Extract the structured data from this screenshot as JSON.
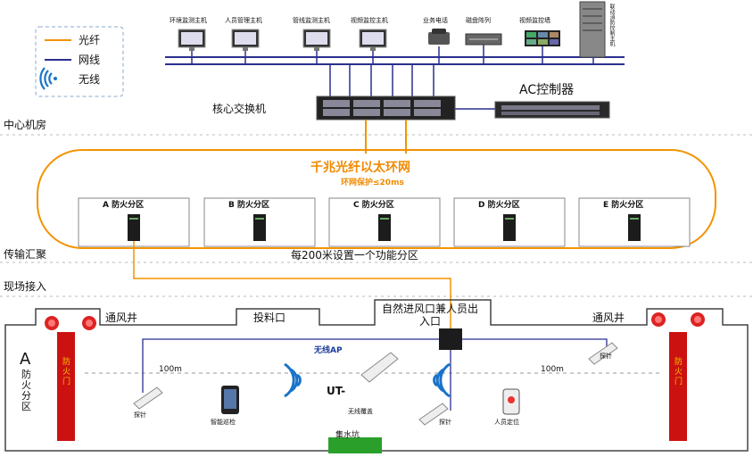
{
  "legend": {
    "fiber": "光纤",
    "wired": "网线",
    "wireless": "无线"
  },
  "top_devices": [
    "环境监测主机",
    "人员管理主机",
    "管线监测主机",
    "视频监控主机",
    "业务电话",
    "磁盘阵列",
    "视频监控墙",
    "联动消防控制主机"
  ],
  "core_switch": "核心交换机",
  "ac_controller": "AC控制器",
  "tiers": [
    "中心机房",
    "传输汇聚",
    "现场接入"
  ],
  "ring": {
    "title": "千兆光纤以太环网",
    "subtitle": "环网保护≤20ms"
  },
  "zones": [
    "A 防火分区",
    "B 防火分区",
    "C 防火分区",
    "D 防火分区",
    "E 防火分区"
  ],
  "zone_note": "每200米设置一个功能分区",
  "tunnel": {
    "vent_left": "通风井",
    "feed_port": "投料口",
    "entrance": "自然进风口兼人员出入口",
    "vent_right": "通风井",
    "wireless_ap": "无线AP",
    "ut": "UT-",
    "coverage": "无线覆盖",
    "distance_left": "100m",
    "distance_right": "100m",
    "probe": "探针",
    "smart_patrol": "智能巡检",
    "personnel_locate": "人员定位",
    "sump": "集水坑",
    "zone_label_letter": "A",
    "zone_label_text": "防火分区",
    "fire_door": "防火门"
  },
  "colors": {
    "fiber": "#f29400",
    "wired": "#2b2f8f",
    "wireless": "#1a73c9",
    "fire": "#cc1111"
  }
}
